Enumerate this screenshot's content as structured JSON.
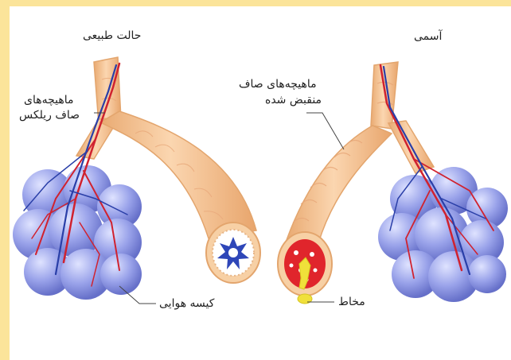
{
  "labels": {
    "normal_title": "حالت طبیعی",
    "asthma_title": "آسمی",
    "relaxed_muscle_line1": "ماهیچه‌های",
    "relaxed_muscle_line2": "صاف ریلکس",
    "contracted_muscle_line1": "ماهیچه‌های صاف",
    "contracted_muscle_line2": "منقبض شده",
    "air_sac": "کیسه هوایی",
    "mucus": "مخاط"
  },
  "colors": {
    "background_border": "#fbe49a",
    "airway_fill": "#f6c79b",
    "airway_stroke": "#e3a56d",
    "alveoli": "#8f98e6",
    "blood_vessel_red": "#d0222f",
    "blood_vessel_blue": "#2a3fa8",
    "mucus_red": "#e0252c",
    "mucus_yellow": "#f0e03a"
  }
}
